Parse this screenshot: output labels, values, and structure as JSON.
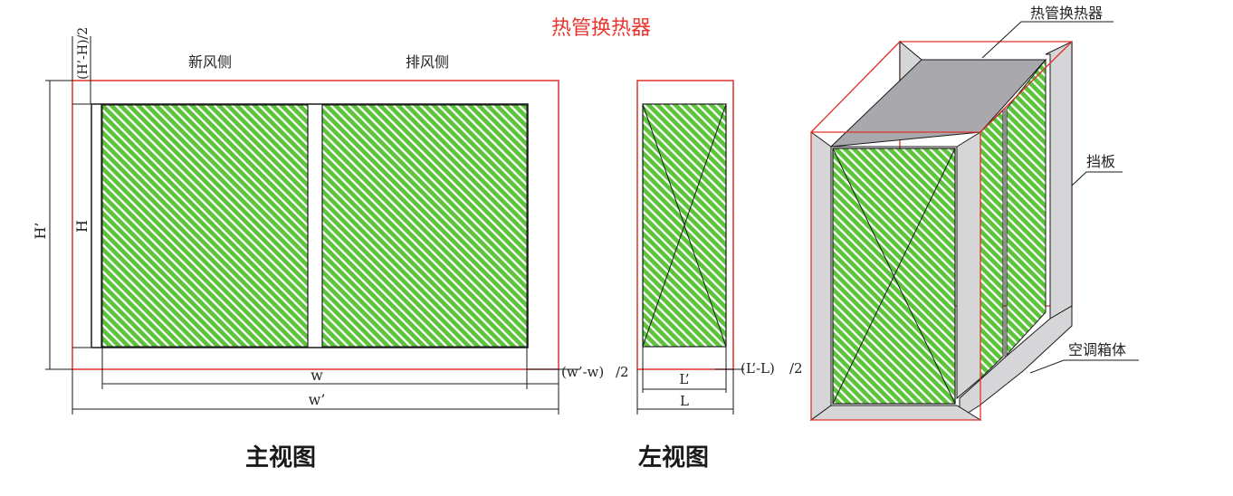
{
  "title": "热管换热器",
  "front_view": {
    "caption": "主视图",
    "fresh_air_side": "新风侧",
    "exhaust_side": "排风侧",
    "dim_top": "(H’-H)/2",
    "dim_H_outer": "H’",
    "dim_H_inner": "H",
    "dim_w_inner": "w",
    "dim_w_outer": "w’",
    "dim_w_offset": "(w’-w)",
    "dim_w_offset_div": "/2"
  },
  "side_view": {
    "caption": "左视图",
    "dim_L_inner": "L’",
    "dim_L_outer": "L",
    "dim_L_offset": "(L’-L)",
    "dim_L_offset_div": "/2"
  },
  "iso_view": {
    "label_exchanger": "热管换热器",
    "label_baffle": "挡板",
    "label_casing": "空调箱体"
  },
  "colors": {
    "hatch_green": "#5cc43a",
    "outline_red": "#e0302a",
    "baffle_gray": "#d6d6d8",
    "top_gray": "#a9a9ad",
    "line": "#1a1a1a"
  }
}
